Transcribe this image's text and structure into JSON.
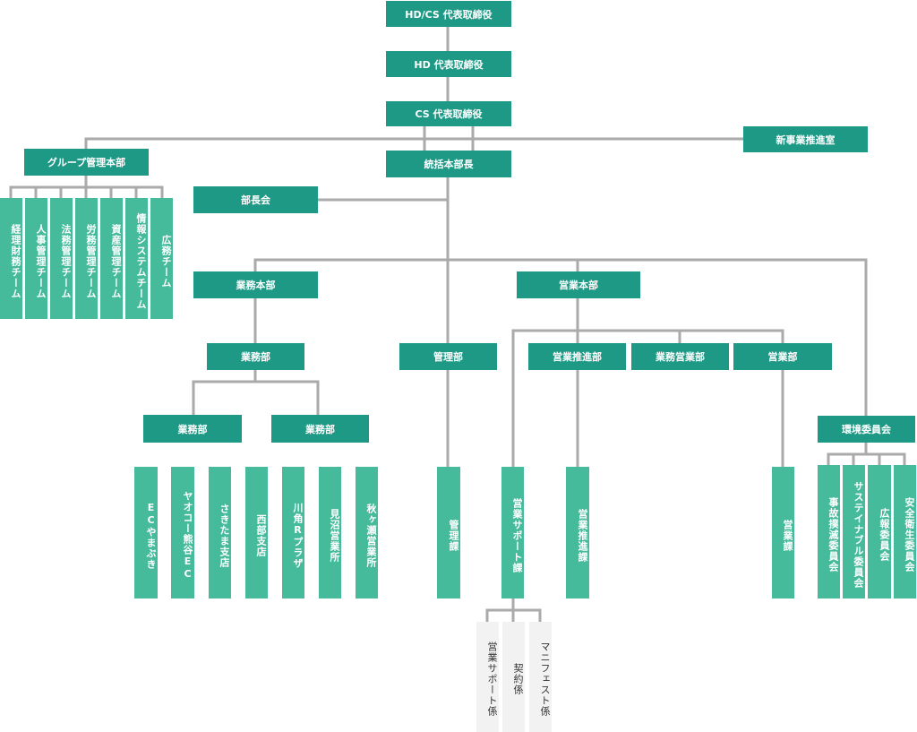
{
  "top": {
    "hd_cs": "HD/CS 代表取締役",
    "hd": "HD 代表取締役",
    "cs": "CS 代表取締役",
    "new_business": "新事業推進室",
    "hq_director": "統括本部長",
    "managers_meeting": "部長会"
  },
  "group_management": {
    "title": "グループ管理本部",
    "teams": [
      "経理財務チーム",
      "人事管理チーム",
      "法務管理チーム",
      "労務管理チーム",
      "資産管理チーム",
      "情報システムチーム",
      "広務チーム"
    ]
  },
  "business_hq": {
    "title": "業務本部",
    "dept": "業務部",
    "sub_a": "業務部",
    "sub_b": "業務部",
    "units": [
      "ECやまぶき",
      "ヤオコー熊谷EC",
      "さきたま支店",
      "西部支店",
      "川角Rプラザ",
      "見沼営業所",
      "秋ヶ瀬営業所"
    ]
  },
  "admin": {
    "dept": "管理部",
    "section": "管理課"
  },
  "sales_hq": {
    "title": "営業本部",
    "promotion_dept": "営業推進部",
    "biz_sales_dept": "業務営業部",
    "sales_dept": "営業部",
    "support_section": "営業サポート課",
    "promotion_section": "営業推進課",
    "sales_section": "営業課",
    "support_staff": [
      "営業サポート係",
      "契約係",
      "マニフェスト係"
    ]
  },
  "environment": {
    "title": "環境委員会",
    "committees": [
      "事故撲滅委員会",
      "サステイナブル委員会",
      "広報委員会",
      "安全衛生委員会"
    ]
  },
  "colors": {
    "dark_box": "#1e9986",
    "light_box": "#45bb9c",
    "line": "#aaaaaa",
    "pale_box": "#f2f2f2"
  }
}
